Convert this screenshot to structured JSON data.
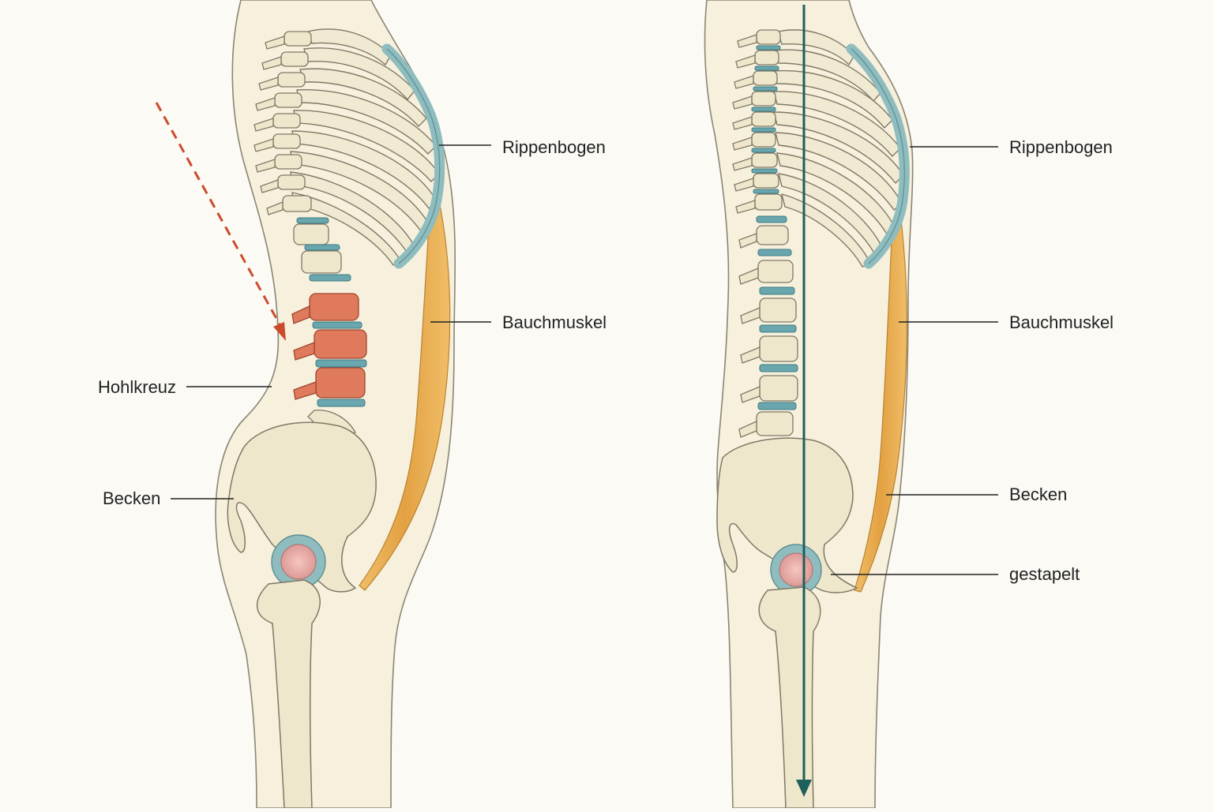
{
  "left_figure": {
    "labels": {
      "ribcage": "Rippenbogen",
      "abdominal_muscle": "Bauchmuskel",
      "hollow_back": "Hohlkreuz",
      "pelvis": "Becken"
    }
  },
  "right_figure": {
    "labels": {
      "ribcage": "Rippenbogen",
      "abdominal_muscle": "Bauchmuskel",
      "pelvis": "Becken",
      "stacked": "gestapelt"
    }
  },
  "colors": {
    "background": "#fbfaf5",
    "skin": "#f6f0dc",
    "bone": "#efe7cc",
    "cartilage": "#8fbcbf",
    "disc": "#6aa6ae",
    "muscle": "#e6a94a",
    "highlight_vertebra": "#df7a5c",
    "arrow_red": "#cc4b2c",
    "plumb_line": "#1f5f5c",
    "joint": "#e7a7a4"
  }
}
